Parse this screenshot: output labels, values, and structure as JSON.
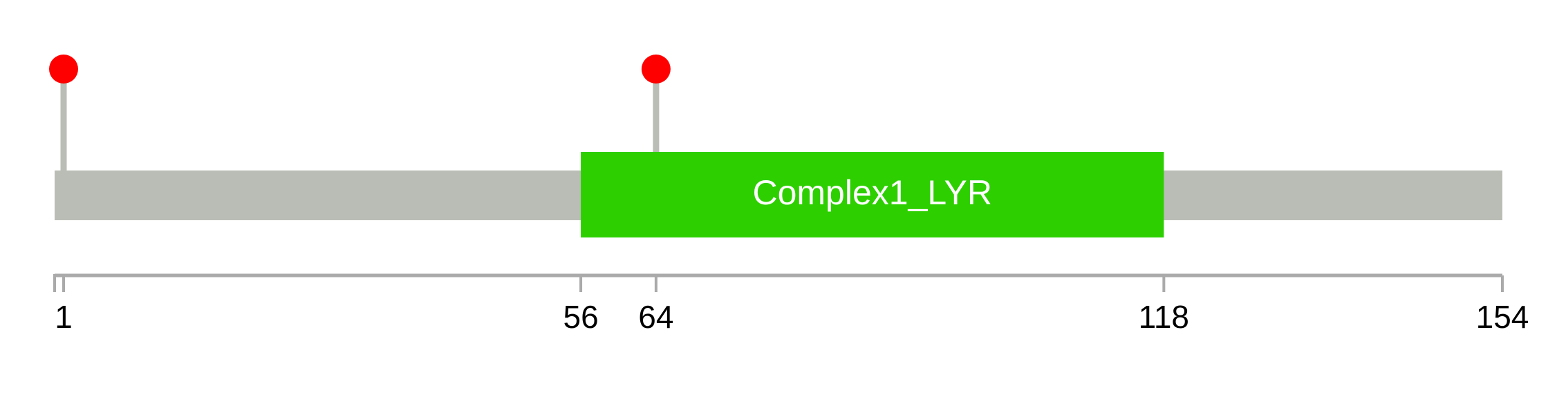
{
  "protein": {
    "length": 154,
    "backbone_color": "#babdb5"
  },
  "domains": [
    {
      "name": "Complex1_LYR",
      "start": 56,
      "end": 118,
      "color": "#2dcf00",
      "text_color": "#ffffff"
    }
  ],
  "mutations": [
    {
      "position": 1,
      "color": "#ff0000"
    },
    {
      "position": 64,
      "color": "#ff0000"
    }
  ],
  "axis": {
    "ticks": [
      1,
      56,
      64,
      118,
      154
    ],
    "labels": [
      "1",
      "56",
      "64",
      "118",
      "154"
    ],
    "color": "#aaaaaa"
  }
}
